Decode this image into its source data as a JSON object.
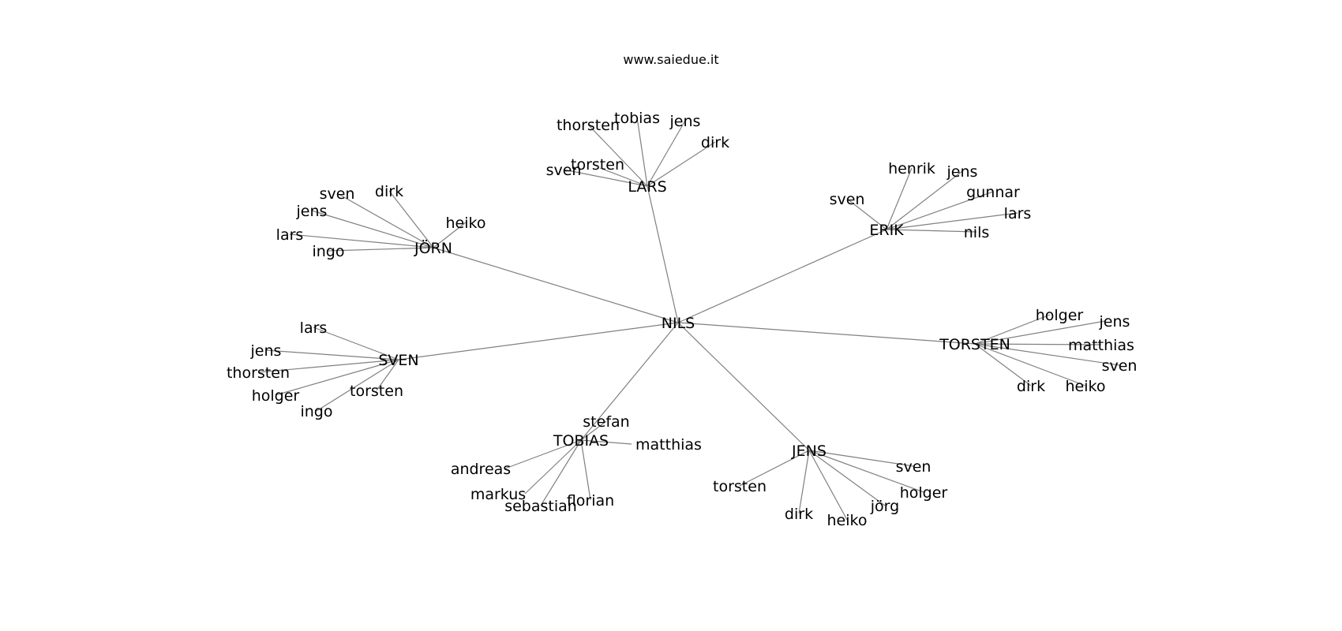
{
  "title": "www.saiedue.it",
  "graph": {
    "root": "NILS",
    "hubs": [
      {
        "name": "LARS",
        "children": [
          "sven",
          "torsten",
          "thorsten",
          "tobias",
          "jens",
          "dirk"
        ]
      },
      {
        "name": "ERIK",
        "children": [
          "sven",
          "henrik",
          "jens",
          "gunnar",
          "lars",
          "nils"
        ]
      },
      {
        "name": "JÖRN",
        "children": [
          "sven",
          "dirk",
          "jens",
          "lars",
          "ingo",
          "heiko"
        ]
      },
      {
        "name": "SVEN",
        "children": [
          "lars",
          "jens",
          "thorsten",
          "holger",
          "ingo",
          "torsten"
        ]
      },
      {
        "name": "TOBIAS",
        "children": [
          "stefan",
          "matthias",
          "andreas",
          "markus",
          "sebastian",
          "florian"
        ]
      },
      {
        "name": "JENS",
        "children": [
          "torsten",
          "dirk",
          "heiko",
          "jörg",
          "holger",
          "sven"
        ]
      },
      {
        "name": "TORSTEN",
        "children": [
          "holger",
          "jens",
          "matthias",
          "sven",
          "heiko",
          "dirk"
        ]
      }
    ]
  }
}
